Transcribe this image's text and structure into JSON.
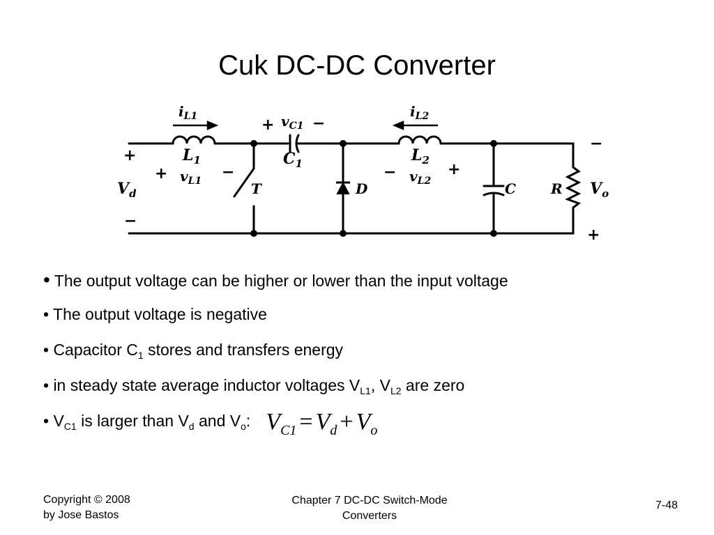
{
  "slide": {
    "title": "Cuk DC-DC Converter"
  },
  "circuit": {
    "labels": {
      "iL1": "i",
      "iL1_sub": "L1",
      "L1": "L",
      "L1_sub": "1",
      "vL1": "v",
      "vL1_sub": "L1",
      "vC1": "v",
      "vC1_sub": "C1",
      "C1": "C",
      "C1_sub": "1",
      "T": "T",
      "D": "D",
      "iL2": "i",
      "iL2_sub": "L2",
      "L2": "L",
      "L2_sub": "2",
      "vL2": "v",
      "vL2_sub": "L2",
      "C": "C",
      "R": "R",
      "Vd": "V",
      "Vd_sub": "d",
      "Vo": "V",
      "Vo_sub": "o",
      "plus": "+",
      "minus": "−"
    }
  },
  "bullets": {
    "b1_dot": "•",
    "b1_text": " The output voltage can be higher or lower than the input voltage",
    "b2_text": "• The output voltage is negative",
    "b3_pre": "• Capacitor C",
    "b3_sub": "1",
    "b3_post": " stores and transfers energy",
    "b4_pre": "• in steady state average inductor voltages V",
    "b4_sub1": "L1",
    "b4_mid": ", V",
    "b4_sub2": "L2",
    "b4_post": " are zero",
    "b5_pre": "• V",
    "b5_sub1": "C1",
    "b5_mid1": " is larger than V",
    "b5_sub2": "d",
    "b5_mid2": " and V",
    "b5_sub3": "o",
    "b5_post": ":"
  },
  "equation": {
    "lhs": "V",
    "lhs_sub": "C1",
    "eq": "=",
    "t1": "V",
    "t1_sub": "d",
    "plus": "+",
    "t2": "V",
    "t2_sub": "o"
  },
  "footer": {
    "copyright_line1": "Copyright © 2008",
    "copyright_line2": "by Jose Bastos",
    "chapter": "Chapter 7 DC-DC Switch-Mode Converters",
    "page": "7-48"
  }
}
